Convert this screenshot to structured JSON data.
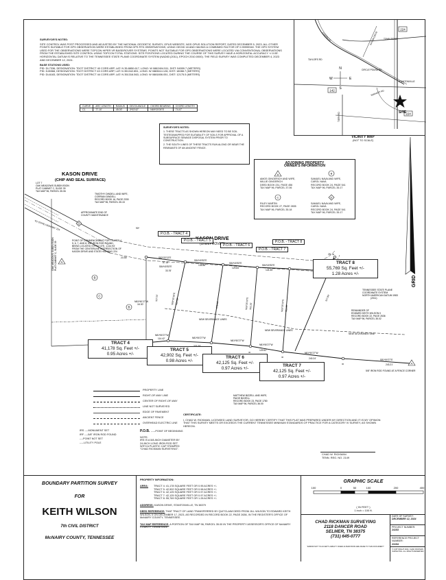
{
  "surveyor_notes": {
    "heading": "SURVEYOR'S NOTES:",
    "paragraph1": "SITE CONTROL WAS POST PROCESSED AND ADJUSTED BY THE NATIONAL GEODETIC SURVEY, OPUS WEBSITE, NGS OPUS SOLUTION REPORT, DATED DECEMBER 5, 2023. ALL OTHER POINTS SUITABLE FOR GPS OBSERVATION WERE ESTABLISHED FROM GPS RTK OBSERVATIONS, USING GEOID 18 AND HAVING A COMBINED FACTOR OF 0.99999940. THE GPS SYSTEM USED FOR THE OBSERVATIONS WERE TOPCON HIPER VR BASE/ROVER SYSTEMS. POINTS NOT SUITABLE FOR GPS OBSERVATIONS WERE LOCATED VIA CONVENTIONAL OBSERVATIONS FROM THE ESTABLISHED SITE CONTROL USING TOPCON TOTAL STATIONS. SITE POSITIONS LOCATED DURING THE COURSE OF THIS SURVEY HAVE A HORIZONTAL ACCURACY +/-0.05'. HORIZONTAL DATUM IS RELATIVE TO THE TENNESSEE STATE PLANE COORDINATE SYSTEM (NAD83 (2011), EPOCH 2010.0000). THE FIELD SURVEY WAS COMPLETED DECEMBER 4, 2023 AND DECEMBER 12, 2024.",
    "base_heading": "BASE STATIONS USED:",
    "base1": "PID: DL7336, DESIGNATION: TDOT DISTRICT 40 CORS ARP, LAT: N 35.8850.617, LONG: W 0882404.511, DIST: 54559.7 (METERS)",
    "base2": "PID: DJ6568, DESIGNATION: TDOT DISTRICT 43 CORS ARP, LAT: N 351342.851, LONG: W 0883614.128, DIST: 18088.7 (METERS)",
    "base3": "PID: DL6183, DESIGNATION: TDOT DISTRICT 44 CORS ARP, LAT: N 351316.563, LONG: W 0881806.051, DIST: 12175.5 (METERS)"
  },
  "curve_table": {
    "headers": [
      "CURVE",
      "ARC LENGTH",
      "RADIUS",
      "DELTA ANGLE",
      "CHORD BEARING",
      "CHORD LENGTH"
    ],
    "row": [
      "C1",
      "77.10'",
      "45.00'",
      "3*03'42\"",
      "N69*20'09\"E",
      "74.47'"
    ]
  },
  "vicinity_map": {
    "title": "VICINITY MAP",
    "subtitle": "(NOT TO SCALE)",
    "roads": [
      "224",
      "224",
      "142",
      "CHAMBLEE",
      "TOWN ROAD",
      "KASON DRIVE",
      "TAYLOR'S RD",
      "CIRCLE POUND RD",
      "STANTONVILLE",
      "BARNETT RD",
      "TIERY RD"
    ],
    "site_label": "SITE",
    "compass": {
      "n": "N",
      "s": "S",
      "e": "E",
      "w": "W"
    }
  },
  "surveyor_box": {
    "heading": "SURVEYOR'S NOTES:",
    "note1": "1. THESE TRACTS AS SHOWN HEREON MAY NEED TO BE SOIL TESTED/MAPPED FOR SUITABILITY OF SOILS FOR APPROVAL OF A SUBSURFACE SEWAGE DISPOSAL SYSTEM PRIOR TO CONSTRUCTION.",
    "note2": "2. THE SOUTH LINES OF THESE TRACTS RUN ALONG OR NEAR THE REMNANTS OF AN ANCIENT FENCE."
  },
  "adjoining": {
    "heading1": "ADJOINING PROPERTY",
    "heading2": "OWNER'S INFORMATION",
    "A": [
      "AMOS GINGERICH AND WIFE,",
      "MILLIE GINGERICH",
      "DEED BOOK 231, PAGE 456",
      "TAX MAP 96, PARCEL 37.06"
    ],
    "B": [
      "SAMUEL NAVA AND WIFE,",
      "CAROL NAVA",
      "RECORD BOOK 24, PAGE 541",
      "TAX MAP 96, PARCEL 35.17"
    ],
    "C": [
      "RILEY MARTIN",
      "RECORD BOOK 27, PAGE 2835",
      "TAX MAP 96, PARCEL 35.18"
    ],
    "D": [
      "SAMUEL NAVA AND WIFE,",
      "CAROL NAVA",
      "RECORD BOOK 24, PAGE 541",
      "TAX MAP 96, PARCEL 35.17"
    ],
    "letters": [
      "A",
      "B",
      "C",
      "D"
    ]
  },
  "map_labels": {
    "kason_drive_top": "KASON DRIVE",
    "kason_drive_top_sub": "(CHIP AND SEAL SURFACE)",
    "kason_drive_mid": "KASON DRIVE",
    "kason_drive_mid_sub": "(UNIMPROVED)",
    "lot7": [
      "LOT 7",
      "OAK MEADOWS SUBDIVISION",
      "PLAT CABINET C, SLIDE 39",
      "TAX MAP 96, PARCEL 35.06"
    ],
    "dindell": [
      "TIMOTHY DINDELL AND WIFE,",
      "CORRIAN DINDELL",
      "RECORD BOOK 16, PAGE 2330",
      "TAX MAP 96, PARCEL 35.15"
    ],
    "approx_end": [
      "APPROXIMATE END OF",
      "COUNTY MAINTENANCE"
    ],
    "to_highway": "TO STATE HIGHWAY 224",
    "oak_meadows": "OAK MEADOWS SUBDIVISION",
    "oak_meadows_sub": "PLAT CABINET C, SLIDE 39",
    "commencement": [
      "POINT OF COMMENCEMENT FOR TRACTS 4,",
      "5, 6, 7, AND 8, 5/8\" IRON ROD FOUND,",
      "BEING LOCATED S79*51'13\"E, 1,114.93'",
      "FROM THE CENTERLINE INTERSECTION OF",
      "KASON DRIVE AND STATE HIGHWAY 224"
    ],
    "pob": [
      "P.O.B. - TRACT 4",
      "P.O.B. - TRACT 5",
      "P.O.B. - TRACT 6",
      "P.O.B. - TRACT 7",
      "P.O.B. - TRACT 8"
    ],
    "grid": "GRID",
    "tn_plane": [
      "TENNESSEE STATE PLANE",
      "COORDINATE SYSTEM",
      "NORTH AMERICAN DATUM 1983",
      "(2011)"
    ],
    "remainder": [
      "REMAINDER OF",
      "EDWARD KEITH WILSON II",
      "RECORD BOOK 22, PAGE 2636",
      "TAX MAP 96, PARCEL 35.02"
    ],
    "new_severance_line": "NEW SEVERANCE LINE",
    "new_severance_lines": "NEW SEVERANCE LINES",
    "bizzell": [
      "MATTHEW BIZZELL AND WIFE,",
      "PAIGE BIZZELL",
      "RECORD BOOK 23, PAGE 1780",
      "TAX MAP 96, PARCEL 36.00"
    ],
    "fence_corner": "5/8\" IRON ROD FOUND AT A FENCE CORNER",
    "bearings": [
      "S82*33'13\"E",
      "S84*40'53\"E",
      "S84*40'53\"E",
      "S84*40'53\"E",
      "S84*40'53\"E",
      "N81*50'27\"W",
      "N81*50'27\"W",
      "N81*50'27\"W",
      "N81*50'27\"W",
      "N81*50'27\"W",
      "S82*33'39\"E",
      "S81*50'27\"E",
      "S08*35'18\"E",
      "S08*35'18\"E",
      "S08*35'18\"E"
    ],
    "distances": [
      "87.18'",
      "33.76'",
      "134.88'",
      "129.84'",
      "124.35'",
      "114.42'",
      "129.52'",
      "129.53'",
      "240.24'",
      "243.21'",
      "451.50'",
      "16.30'",
      "23.55'",
      "333.38'",
      "311.99'",
      "278.14'",
      "302.28'",
      "311.89'",
      "317.80'",
      "327.00'"
    ],
    "angle_90": "90*",
    "dist_25": "25'",
    "dist_20": "20'",
    "ir_label": "IR",
    "letters": [
      "A",
      "B",
      "C",
      "D",
      "B",
      "A"
    ]
  },
  "tracts": [
    {
      "name": "TRACT 4",
      "sqft": "41,178 Sq. Feet +/-",
      "acres": "0.95 Acres +/-"
    },
    {
      "name": "TRACT 5",
      "sqft": "42,902 Sq. Feet +/-",
      "acres": "0.98 Acres +/-"
    },
    {
      "name": "TRACT 6",
      "sqft": "42,125 Sq. Feet +/-",
      "acres": "0.97 Acres +/-"
    },
    {
      "name": "TRACT 7",
      "sqft": "42,125 Sq. Feet +/-",
      "acres": "0.97 Acres +/-"
    },
    {
      "name": "TRACT 8",
      "sqft": "55,769 Sq. Feet +/-",
      "acres": "1.28 Acres +/-"
    }
  ],
  "legend": {
    "items": [
      "PROPERTY LINE",
      "RIGHT-OF-WAY LINE",
      "CENTER OF RIGHT-OF-WAY",
      "LINE NOT SURVEYED",
      "EDGE OF PAVEMENT",
      "ANCIENT FENCE",
      "OVERHEAD ELECTRIC LINE"
    ],
    "sym1": "IRS ----MONUMENT SET",
    "sym2": "IRF ----5/8\" IRON ROD FOUND",
    "sym3": "----POINT NOT SET",
    "sym4": "-----UTILITY POLE",
    "pob": "P.O.B.",
    "pob_desc": "-----POINT OF BEGINNING",
    "note": [
      "NOTE:",
      "IRS IS A 5/8-INCH DIAMETER BY",
      "24-INCH LONG IRON ROD SET",
      "WITH A PLASTIC CAP STAMPED",
      "\"CHAD RICKMAN SURVEYING\"."
    ]
  },
  "certificate": {
    "heading": "CERTIFICATE:",
    "text": "I, CHAD W. RICKMAN, LICENSED LAND SURVEYOR, DO HEREBY CERTIFY THAT THIS PLAT WAS PREPARED UNDER MY DIRECTION AND IT IS MY OPINION THAT THIS SURVEY MEETS OR EXCEEDS THE CURRENT TENNESSEE MINIMUM STANDARDS OF PRACTICE FOR A CATEGORY IV SURVEY, AS SHOWN HEREON.",
    "name": "CHAD W. RICKMAN",
    "reg": "TENN. REG. NO. 2149"
  },
  "title_block": {
    "survey_type": "BOUNDARY PARTITION SURVEY",
    "for": "FOR",
    "client": "KEITH WILSON",
    "district": "7th CIVIL DISTRICT",
    "county": "McNAIRY COUNTY, TENNESSEE"
  },
  "property_info": {
    "heading": "PROPERTY INFORMATION:",
    "area_label": "AREA:",
    "areas": [
      "TRACT 4: 41,178 SQUARE FEET OR 0.95 ACRES +/-",
      "TRACT 5: 42,902 SQUARE FEET OR 0.98 ACRES +/-",
      "TRACT 6: 42,125 SQUARE FEET OR 0.97 ACRES +/-",
      "TRACT 7: 42,125 SQUARE FEET OR 0.97 ACRES +/-",
      "TRACT 8: 55,769 SQUARE FEET OR 1.28 ACRES +/-"
    ],
    "address_label": "ADDRESS:",
    "address": "KASON DRIVE, STANTONVILLE, TN 38379",
    "deed_label": "DEED REFERENCE:",
    "deed": "THAT TRACT OF LAND TRANSFERRED BY QUITCLAIM DEED FROM JILL WILSON TO EDWARD KEITH WILSON, II ON DECEMBER 17, 2023, AS RECORDED IN RECORD BOOK 22, PAGE 2636, IN THE REGISTER'S OFFICE OF McNAIRY COUNTY, TENNESSEE.",
    "tax_label": "TAX MAP REFERENCE:",
    "tax": "A PORTION OF TAX MAP 96, PARCEL 35.00 IN THE PROPERTY ASSESSOR'S OFFICE OF McNAIRY COUNTY, TENNESSEE."
  },
  "graphic_scale": {
    "title": "GRAPHIC SCALE",
    "ticks": [
      "100",
      "0",
      "50",
      "100",
      "200",
      "400"
    ],
    "unit": "( IN FEET )",
    "ratio": "1 inch = 100 ft."
  },
  "firm": {
    "name": "CHAD RICKMAN SURVEYING",
    "address1": "2118 DANCER ROAD",
    "address2": "SELMER, TN 38375",
    "phone": "(731) 645-0777",
    "fine": "\"ERROR NOT TO ACCEPT LIABILITY WHEN ALTERATIONS ARE MADE TO THIS DOCUMENT\""
  },
  "project_info": {
    "date_label": "DATE OF SURVEY:",
    "date": "DECEMBER 12, 2024",
    "proj_label": "PROJECT NUMBER:",
    "proj": "24153",
    "ref_label": "REFERENCE PROJECT NUMBER:",
    "ref": "23154",
    "copyright": "© COPYRIGHT 2024, CHAD RICKMAN SURVEYING. ALL RIGHTS RESERVED"
  }
}
